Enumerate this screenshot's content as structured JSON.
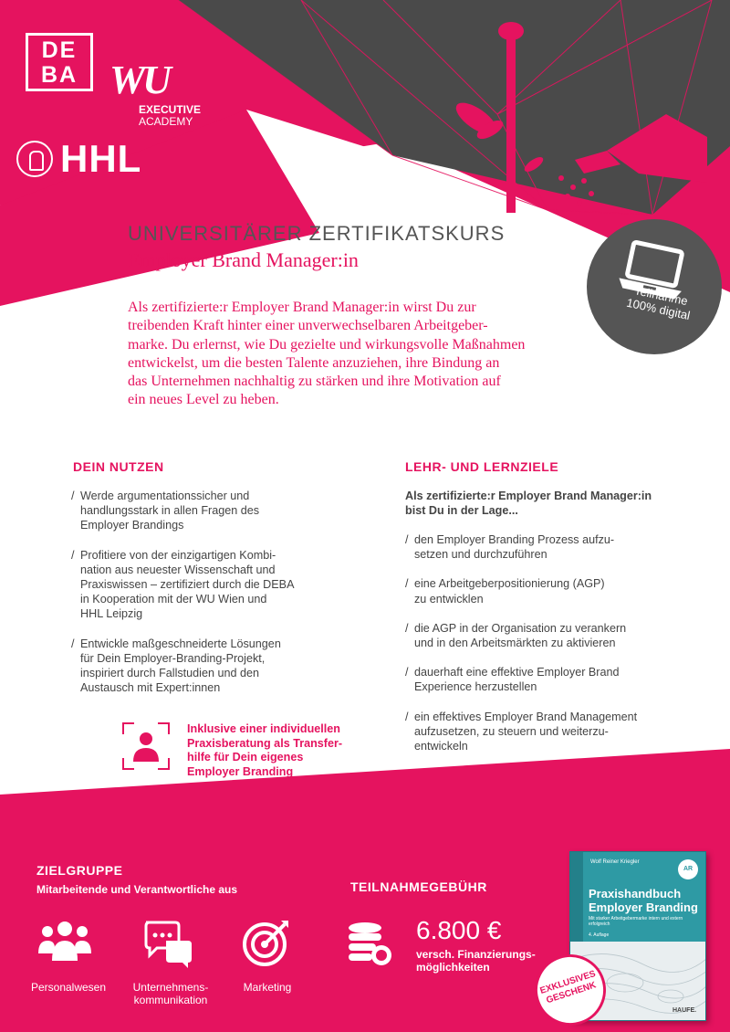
{
  "logos": {
    "deba_lines": [
      "DE",
      "BA"
    ],
    "wu_mark": "WU",
    "wu_line1": "EXECUTIVE",
    "wu_line2": "ACADEMY",
    "hhl": "HHL"
  },
  "badge": {
    "line1": "Teilnahme",
    "line2": "100% digital",
    "icon": "laptop-icon"
  },
  "course": {
    "kicker": "UNIVERSITÄRER ZERTIFIKATSKURS",
    "title": "Employer Brand Manager:in",
    "intro": [
      "Als zertifizierte:r Employer Brand Manager:in wirst Du zur",
      "treibenden Kraft hinter einer unverwechselbaren Arbeitgeber-",
      "marke. Du erlernst, wie Du gezielte und wirkungsvolle Maßnahmen",
      "entwickelst, um die besten Talente anzuziehen, ihre Bindung an",
      "das Unternehmen nachhaltig zu stärken und ihre Motivation auf",
      "ein neues Level zu heben."
    ]
  },
  "benefits": {
    "heading": "DEIN NUTZEN",
    "items": [
      [
        "Werde argumentationssicher und",
        "handlungsstark in allen Fragen des",
        "Employer Brandings"
      ],
      [
        "Profitiere von der einzigartigen Kombi-",
        "nation aus neuester Wissenschaft und",
        "Praxiswissen – zertifiziert durch die DEBA",
        "in Kooperation mit der WU Wien und",
        "HHL Leipzig"
      ],
      [
        "Entwickle maßgeschneiderte Lösungen",
        "für Dein Employer-Branding-Projekt,",
        "inspiriert durch Fallstudien und den",
        "Austausch mit Expert:innen"
      ]
    ],
    "coaching": [
      "Inklusive einer individuellen",
      "Praxisberatung als Transfer-",
      "hilfe für Dein eigenes",
      "Employer Branding"
    ]
  },
  "goals": {
    "heading": "LEHR- UND LERNZIELE",
    "intro": [
      "Als zertifizierte:r Employer Brand Manager:in",
      "bist Du in der Lage..."
    ],
    "items": [
      [
        "den Employer Branding Prozess aufzu-",
        "setzen und durchzuführen"
      ],
      [
        "eine Arbeitgeberpositionierung (AGP)",
        "zu entwicklen"
      ],
      [
        "die AGP in der Organisation zu verankern",
        "und in den Arbeitsmärkten zu aktivieren"
      ],
      [
        "dauerhaft eine effektive Employer Brand",
        "Experience herzustellen"
      ],
      [
        "ein effektives Employer Brand Management",
        "aufzusetzen, zu steuern und weiterzu-",
        "entwickeln"
      ]
    ]
  },
  "target": {
    "heading": "ZIELGRUPPE",
    "sub": "Mitarbeitende und Verantwortliche aus",
    "groups": [
      {
        "label": [
          "Personalwesen"
        ],
        "icon": "group-icon"
      },
      {
        "label": [
          "Unternehmens-",
          "kommunikation"
        ],
        "icon": "chat-bubbles-icon"
      },
      {
        "label": [
          "Marketing"
        ],
        "icon": "target-icon"
      }
    ]
  },
  "fee": {
    "heading": "TEILNAHMEGEBÜHR",
    "amount": "6.800 €",
    "note": [
      "versch. Finanzierungs-",
      "möglichkeiten"
    ],
    "icon": "coins-icon"
  },
  "book": {
    "author": "Wolf Reiner Kriegler",
    "title": [
      "Praxishandbuch",
      "Employer Branding"
    ],
    "subtitle": "Mit starker Arbeitgebermarke intern und extern erfolgreich",
    "edition": "4. Auflage",
    "ar": "AR",
    "publisher": "HAUFE.",
    "gift": [
      "EXKLUSIVES",
      "GESCHENK"
    ]
  },
  "colors": {
    "accent": "#e5135f",
    "dark": "#4a4a4a",
    "badge": "#555555"
  }
}
